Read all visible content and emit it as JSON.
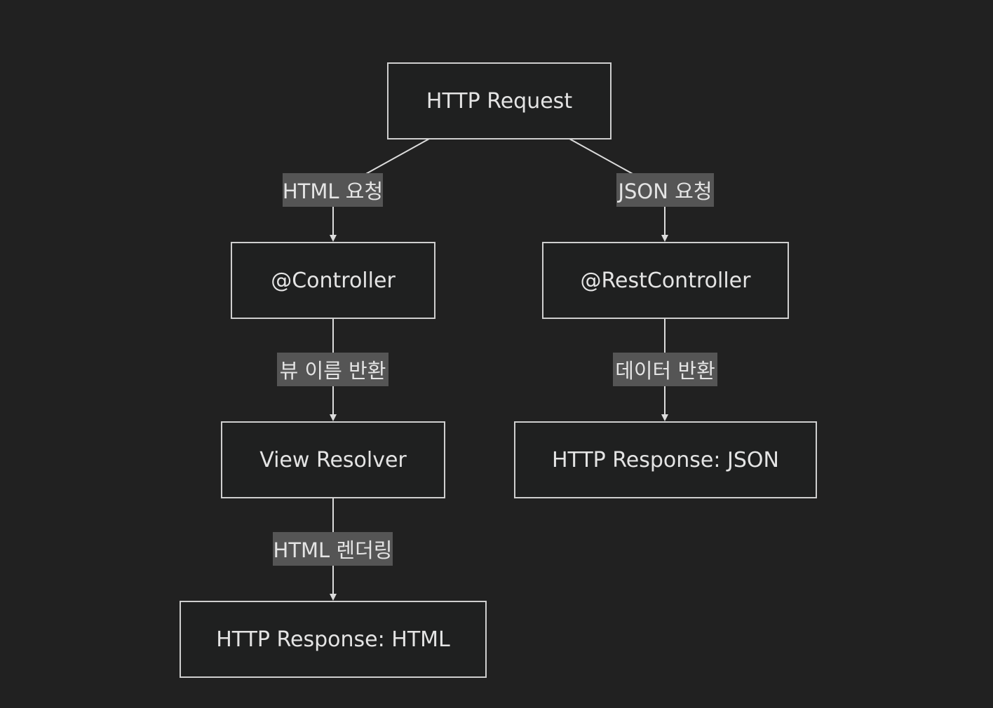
{
  "nodes": {
    "request": "HTTP Request",
    "controller": "@Controller",
    "rest_controller": "@RestController",
    "view_resolver": "View Resolver",
    "response_json": "HTTP Response: JSON",
    "response_html": "HTTP Response: HTML"
  },
  "edges": {
    "html_request": "HTML 요청",
    "json_request": "JSON 요청",
    "view_name_return": "뷰 이름 반환",
    "data_return": "데이터 반환",
    "html_rendering": "HTML 렌더링"
  },
  "colors": {
    "background": "#212121",
    "node_fill": "#1f2020",
    "node_border": "#cfcfcf",
    "edge_line": "#dcdcdc",
    "label_bg": "#555555",
    "text": "#e4e4e4"
  }
}
